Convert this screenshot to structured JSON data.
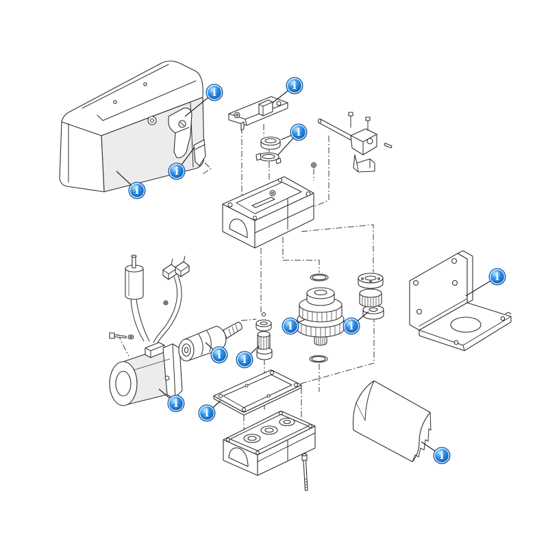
{
  "diagram": {
    "background_color": "#ffffff",
    "line_color": "#2e2e2e",
    "info_button": {
      "icon": "info-icon",
      "fill_color": "#2a8fe8",
      "highlight_color": "#9fd4ff",
      "border_color": "#0a4f9a",
      "glyph_color": "#ffffff"
    },
    "hotspots": [
      {
        "label": "i"
      },
      {
        "label": "i"
      },
      {
        "label": "i"
      },
      {
        "label": "i"
      },
      {
        "label": "i"
      },
      {
        "label": "i"
      },
      {
        "label": "i"
      },
      {
        "label": "i"
      },
      {
        "label": "i"
      },
      {
        "label": "i"
      },
      {
        "label": "i"
      },
      {
        "label": "i"
      },
      {
        "label": "i"
      }
    ]
  }
}
